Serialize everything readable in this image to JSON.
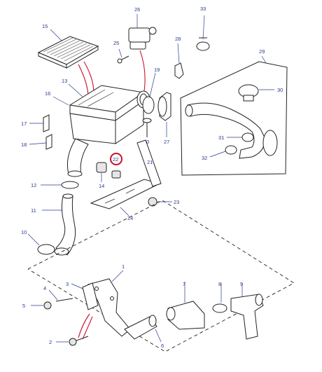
{
  "diagram": {
    "callouts": {
      "c1": "1",
      "c2": "2",
      "c3": "3",
      "c4": "4",
      "c5": "5",
      "c6": "6",
      "c7": "7",
      "c8": "8",
      "c9": "9",
      "c10": "10",
      "c11": "11",
      "c12": "12",
      "c13": "13",
      "c14": "14",
      "c15": "15",
      "c16": "16",
      "c17": "17",
      "c18": "18",
      "c19": "19",
      "c20": "20",
      "c21": "21",
      "c22": "22",
      "c23": "23",
      "c24": "24",
      "c25": "25",
      "c26": "26",
      "c27": "27",
      "c28": "28",
      "c29": "29",
      "c30": "30",
      "c31": "31",
      "c32": "32",
      "c33": "33"
    },
    "highlighted_callout": "22",
    "colors": {
      "callout_text": "#2a3a8f",
      "highlight_ring": "#c8102e",
      "red_leaders": "#c8102e",
      "line_art": "#222222"
    }
  }
}
